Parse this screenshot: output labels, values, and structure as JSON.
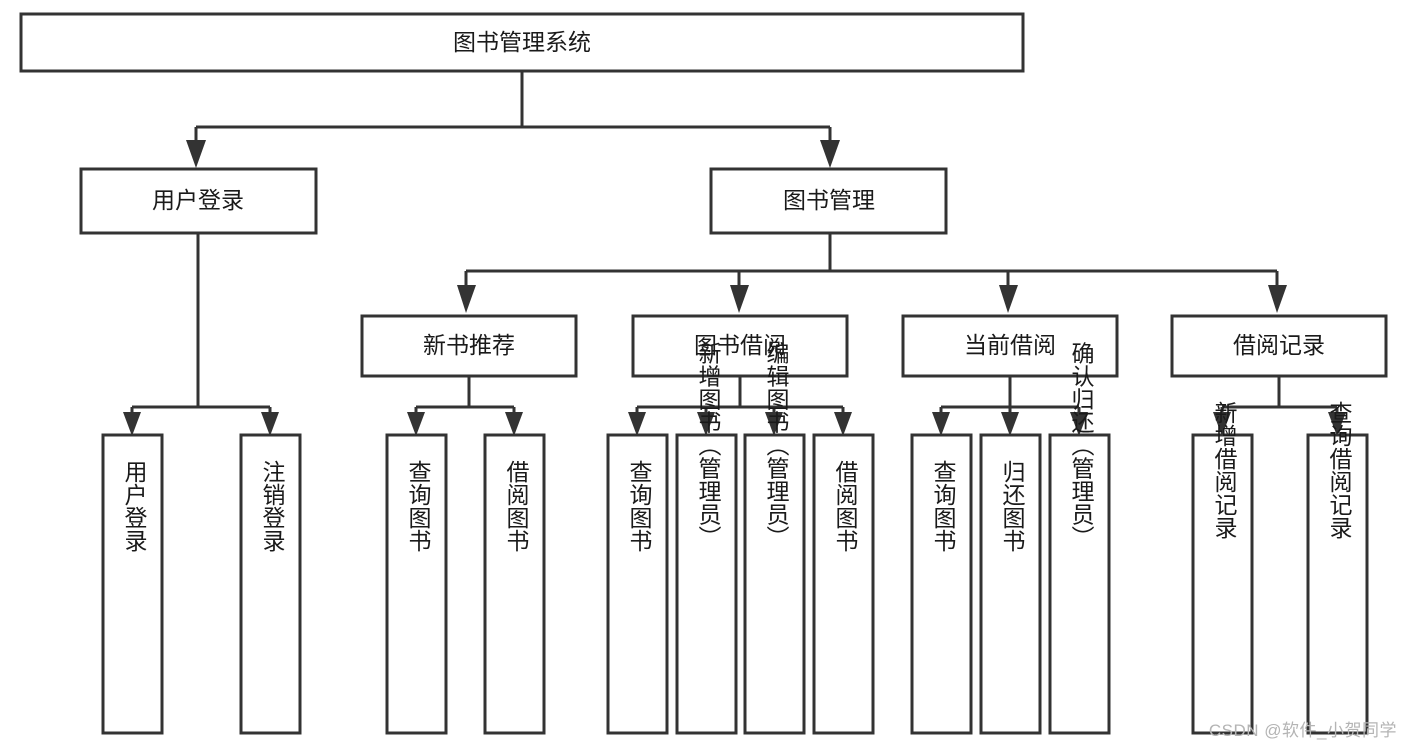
{
  "diagram": {
    "type": "tree-hierarchy-flowchart",
    "title": "图书管理系统",
    "root": {
      "id": "root",
      "label": "图书管理系统"
    },
    "level2": [
      {
        "id": "user-login",
        "label": "用户登录"
      },
      {
        "id": "book-manage",
        "label": "图书管理"
      }
    ],
    "level3": [
      {
        "id": "new-book-rec",
        "label": "新书推荐",
        "parent": "book-manage"
      },
      {
        "id": "book-borrow",
        "label": "图书借阅",
        "parent": "book-manage"
      },
      {
        "id": "current-borrow",
        "label": "当前借阅",
        "parent": "book-manage"
      },
      {
        "id": "borrow-record",
        "label": "借阅记录",
        "parent": "book-manage"
      }
    ],
    "leaves": {
      "user-login": [
        {
          "id": "leaf-user-login",
          "label": "用户登录"
        },
        {
          "id": "leaf-logout",
          "label": "注销登录"
        }
      ],
      "new-book-rec": [
        {
          "id": "leaf-query-book-1",
          "label": "查询图书"
        },
        {
          "id": "leaf-borrow-book-1",
          "label": "借阅图书"
        }
      ],
      "book-borrow": [
        {
          "id": "leaf-query-book-2",
          "label": "查询图书"
        },
        {
          "id": "leaf-add-book",
          "label": "新增图书（管理员）"
        },
        {
          "id": "leaf-edit-book",
          "label": "编辑图书（管理员）"
        },
        {
          "id": "leaf-borrow-book-2",
          "label": "借阅图书"
        }
      ],
      "current-borrow": [
        {
          "id": "leaf-query-book-3",
          "label": "查询图书"
        },
        {
          "id": "leaf-return-book",
          "label": "归还图书"
        },
        {
          "id": "leaf-confirm-return",
          "label": "确认归还（管理员）"
        }
      ],
      "borrow-record": [
        {
          "id": "leaf-add-record",
          "label": "新增借阅记录"
        },
        {
          "id": "leaf-query-record",
          "label": "查询借阅记录"
        }
      ]
    },
    "colors": {
      "stroke": "#333333",
      "fill": "#ffffff",
      "text": "#1a1a1a",
      "watermark": "#b4b4b4"
    }
  },
  "watermark": {
    "text": "CSDN @软件_小贺同学"
  }
}
